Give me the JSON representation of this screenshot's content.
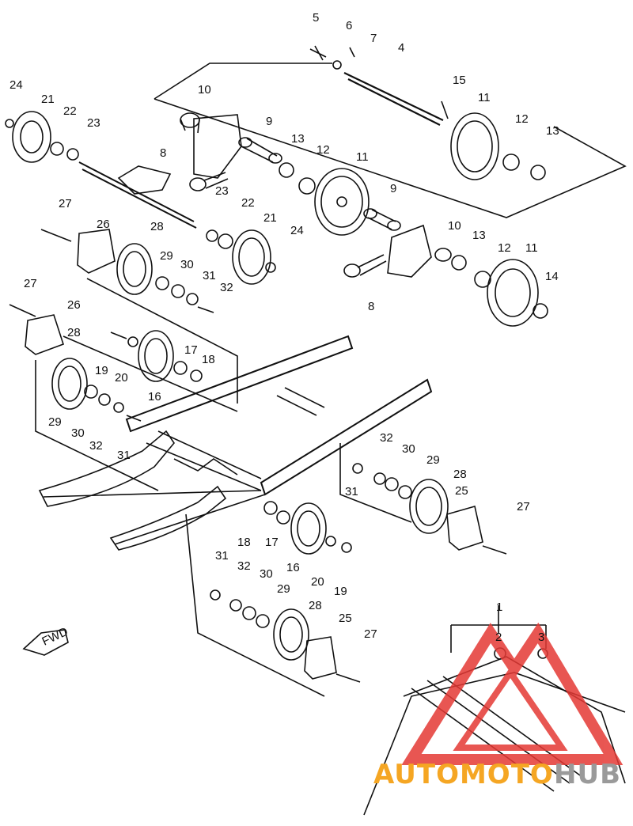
{
  "part_labels": [
    "1",
    "2",
    "3",
    "4",
    "5",
    "6",
    "7",
    "8",
    "8",
    "9",
    "9",
    "10",
    "10",
    "11",
    "11",
    "11",
    "12",
    "12",
    "12",
    "13",
    "13",
    "13",
    "14",
    "15",
    "16",
    "16",
    "17",
    "17",
    "18",
    "18",
    "19",
    "19",
    "20",
    "20",
    "21",
    "21",
    "22",
    "22",
    "23",
    "23",
    "24",
    "24",
    "25",
    "25",
    "26",
    "26",
    "27",
    "27",
    "27",
    "27",
    "28",
    "28",
    "28",
    "28",
    "29",
    "29",
    "29",
    "29",
    "30",
    "30",
    "30",
    "30",
    "31",
    "31",
    "31",
    "31",
    "32",
    "32",
    "32",
    "32"
  ],
  "fwd_marker": "FWD",
  "watermark": {
    "text_a": "AUTOMOTO",
    "text_b": "HUB",
    "color_a": "#f5a623",
    "color_b": "#9a9a9a",
    "logo_color": "#e53935"
  },
  "colors": {
    "ink": "#111111",
    "paper": "#ffffff"
  }
}
